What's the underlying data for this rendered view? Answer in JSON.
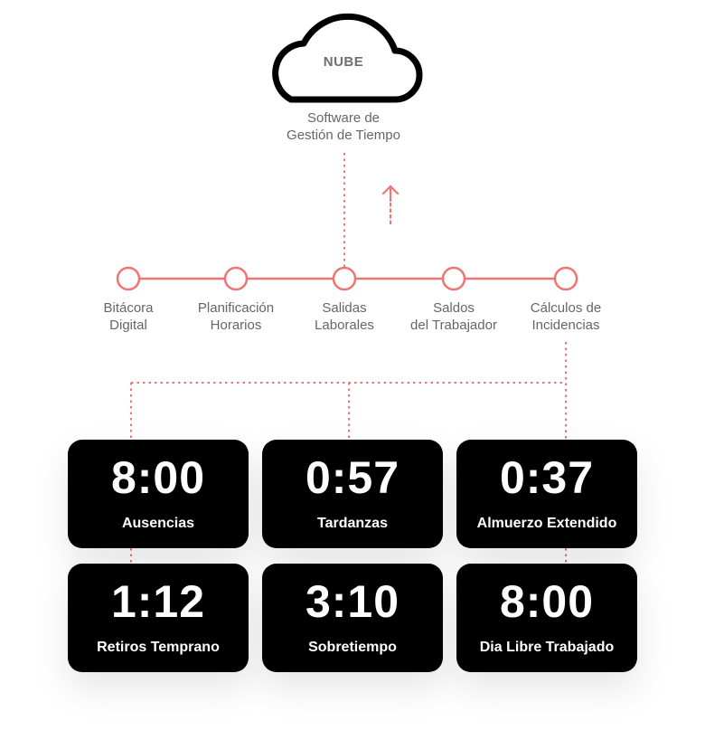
{
  "colors": {
    "accent": "#f07474",
    "card_bg": "#000000",
    "text_muted": "#666666"
  },
  "cloud": {
    "icon": "cloud-icon",
    "label": "NUBE",
    "caption_lines": [
      "Software de",
      "Gestión de Tiempo"
    ]
  },
  "upload_arrow_icon": "arrow-up-icon",
  "timeline": {
    "nodes": [
      {
        "lines": [
          "Bitácora",
          "Digital"
        ]
      },
      {
        "lines": [
          "Planificación",
          "Horarios"
        ]
      },
      {
        "lines": [
          "Salidas",
          "Laborales"
        ]
      },
      {
        "lines": [
          "Saldos",
          "del Trabajador"
        ]
      },
      {
        "lines": [
          "Cálculos de",
          "Incidencias"
        ]
      }
    ]
  },
  "cards": [
    {
      "value": "8:00",
      "label": "Ausencias"
    },
    {
      "value": "0:57",
      "label": "Tardanzas"
    },
    {
      "value": "0:37",
      "label": "Almuerzo Extendido"
    },
    {
      "value": "1:12",
      "label": "Retiros Temprano"
    },
    {
      "value": "3:10",
      "label": "Sobretiempo"
    },
    {
      "value": "8:00",
      "label": "Dia Libre Trabajado"
    }
  ]
}
